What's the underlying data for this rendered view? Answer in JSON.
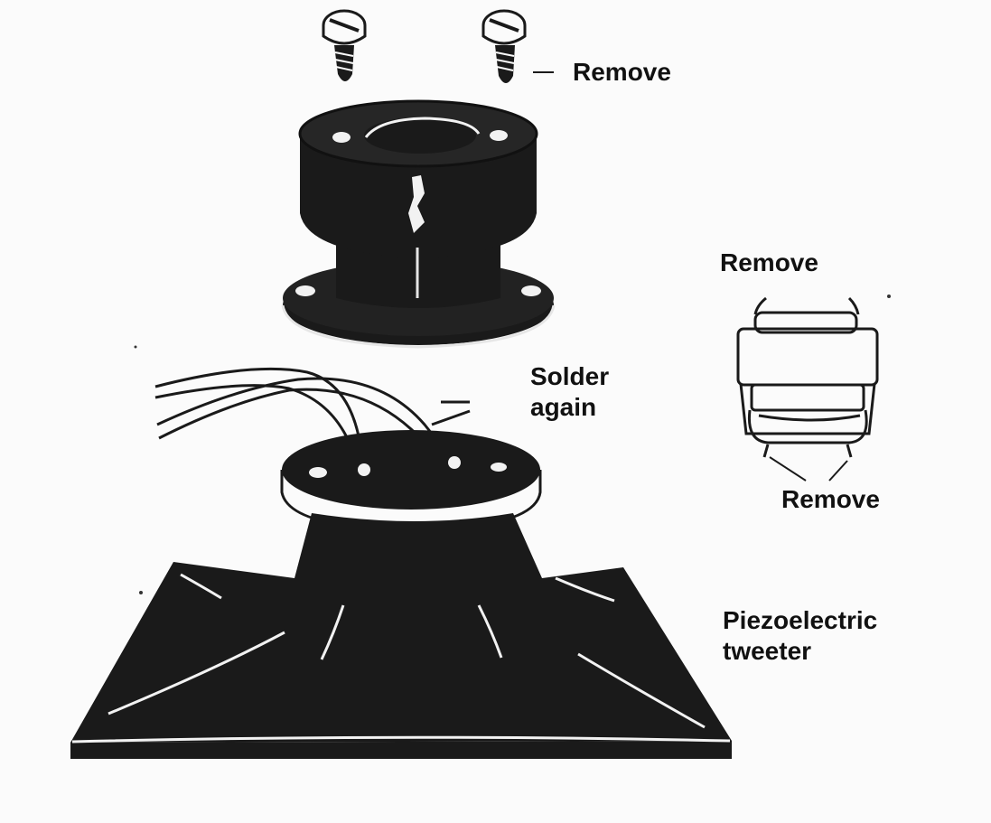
{
  "labels": {
    "remove_screws": "Remove",
    "remove_top": "Remove",
    "solder_line1": "Solder",
    "solder_line2": "again",
    "remove_bottom": "Remove",
    "tweeter_line1": "Piezoelectric",
    "tweeter_line2": "tweeter"
  },
  "colors": {
    "ink": "#1a1a1a",
    "paper": "#fbfbfb",
    "highlight": "#f2f2f2"
  }
}
